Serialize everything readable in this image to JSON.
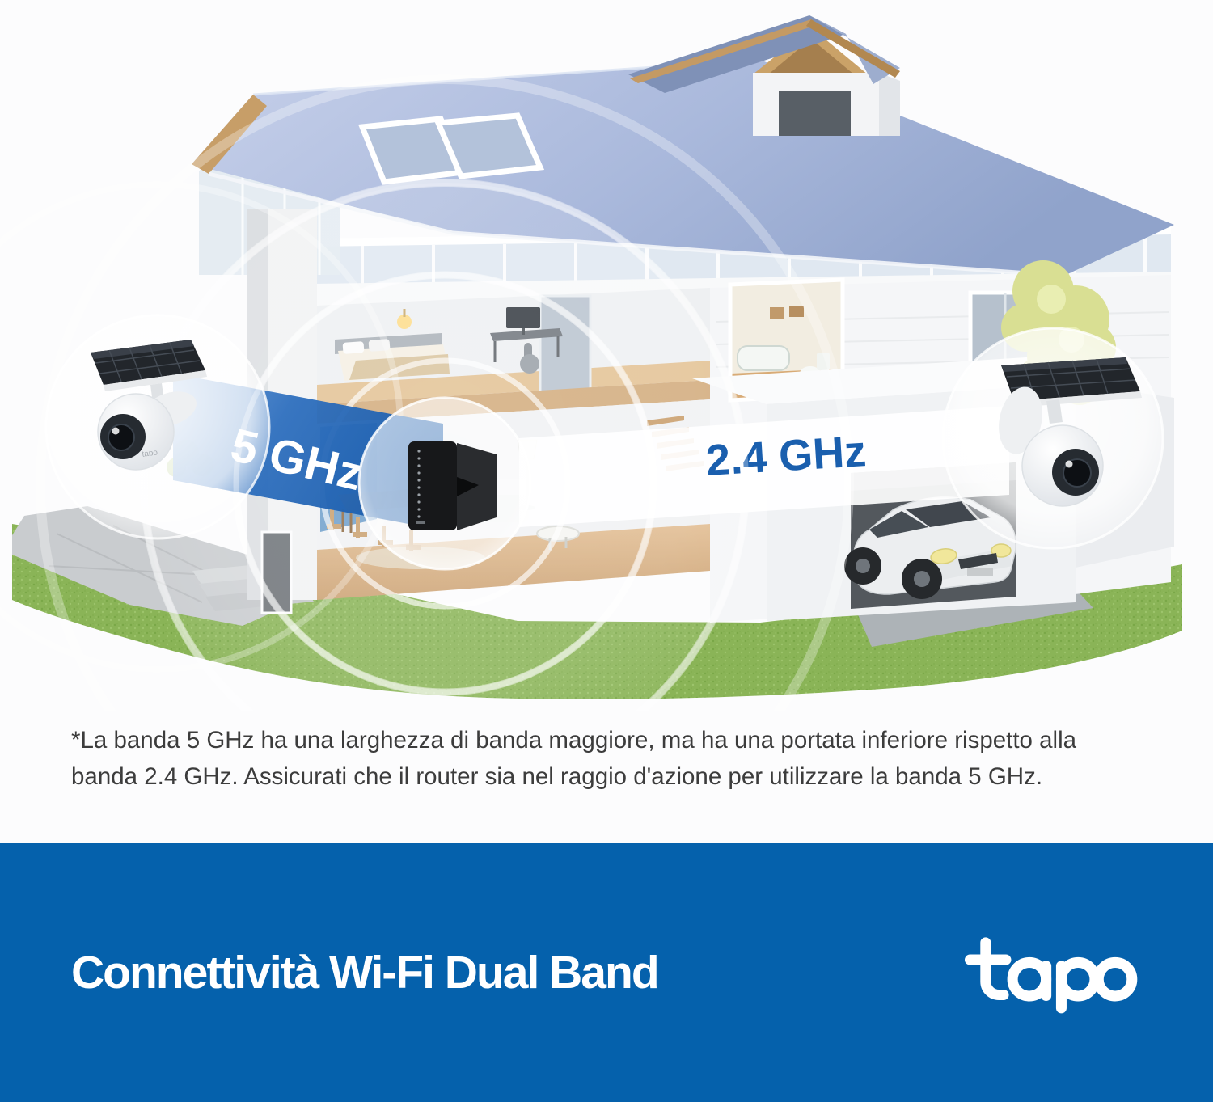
{
  "page": {
    "background_color": "#fcfcfd"
  },
  "illustration": {
    "band_5ghz_label": "5 GHz",
    "band_24ghz_label": "2.4 GHz",
    "camera_brand_label": "tapo",
    "colors": {
      "band_blue": "#2268b4",
      "band_label_blue": "#1a5fae",
      "roof_blue": "#aab9dc",
      "grass_green": "#8ab457",
      "wood_floor": "#d9b286"
    }
  },
  "disclaimer": {
    "line1": "*La banda 5 GHz ha una larghezza di banda maggiore, ma ha una portata inferiore rispetto alla",
    "line2": "banda 2.4 GHz. Assicurati che il router sia nel raggio d'azione per utilizzare la banda 5 GHz."
  },
  "footer": {
    "title": "Connettività Wi-Fi Dual Band",
    "logo_text": "tapo",
    "background_color": "#0561ac"
  }
}
